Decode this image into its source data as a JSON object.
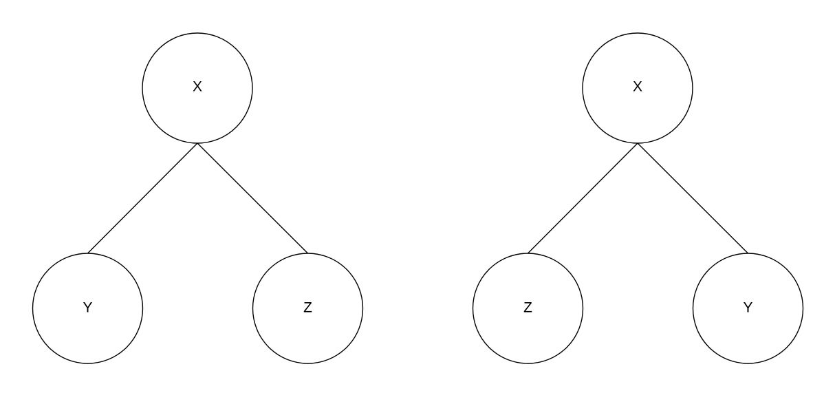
{
  "diagram": {
    "background": "#ffffff",
    "node_fill": "#ffffff",
    "node_stroke": "#000000",
    "edge_color": "#000000",
    "trees": [
      {
        "id": "left",
        "root": {
          "label": "X"
        },
        "children": [
          {
            "label": "Y"
          },
          {
            "label": "Z"
          }
        ]
      },
      {
        "id": "right",
        "root": {
          "label": "X"
        },
        "children": [
          {
            "label": "Z"
          },
          {
            "label": "Y"
          }
        ]
      }
    ]
  }
}
